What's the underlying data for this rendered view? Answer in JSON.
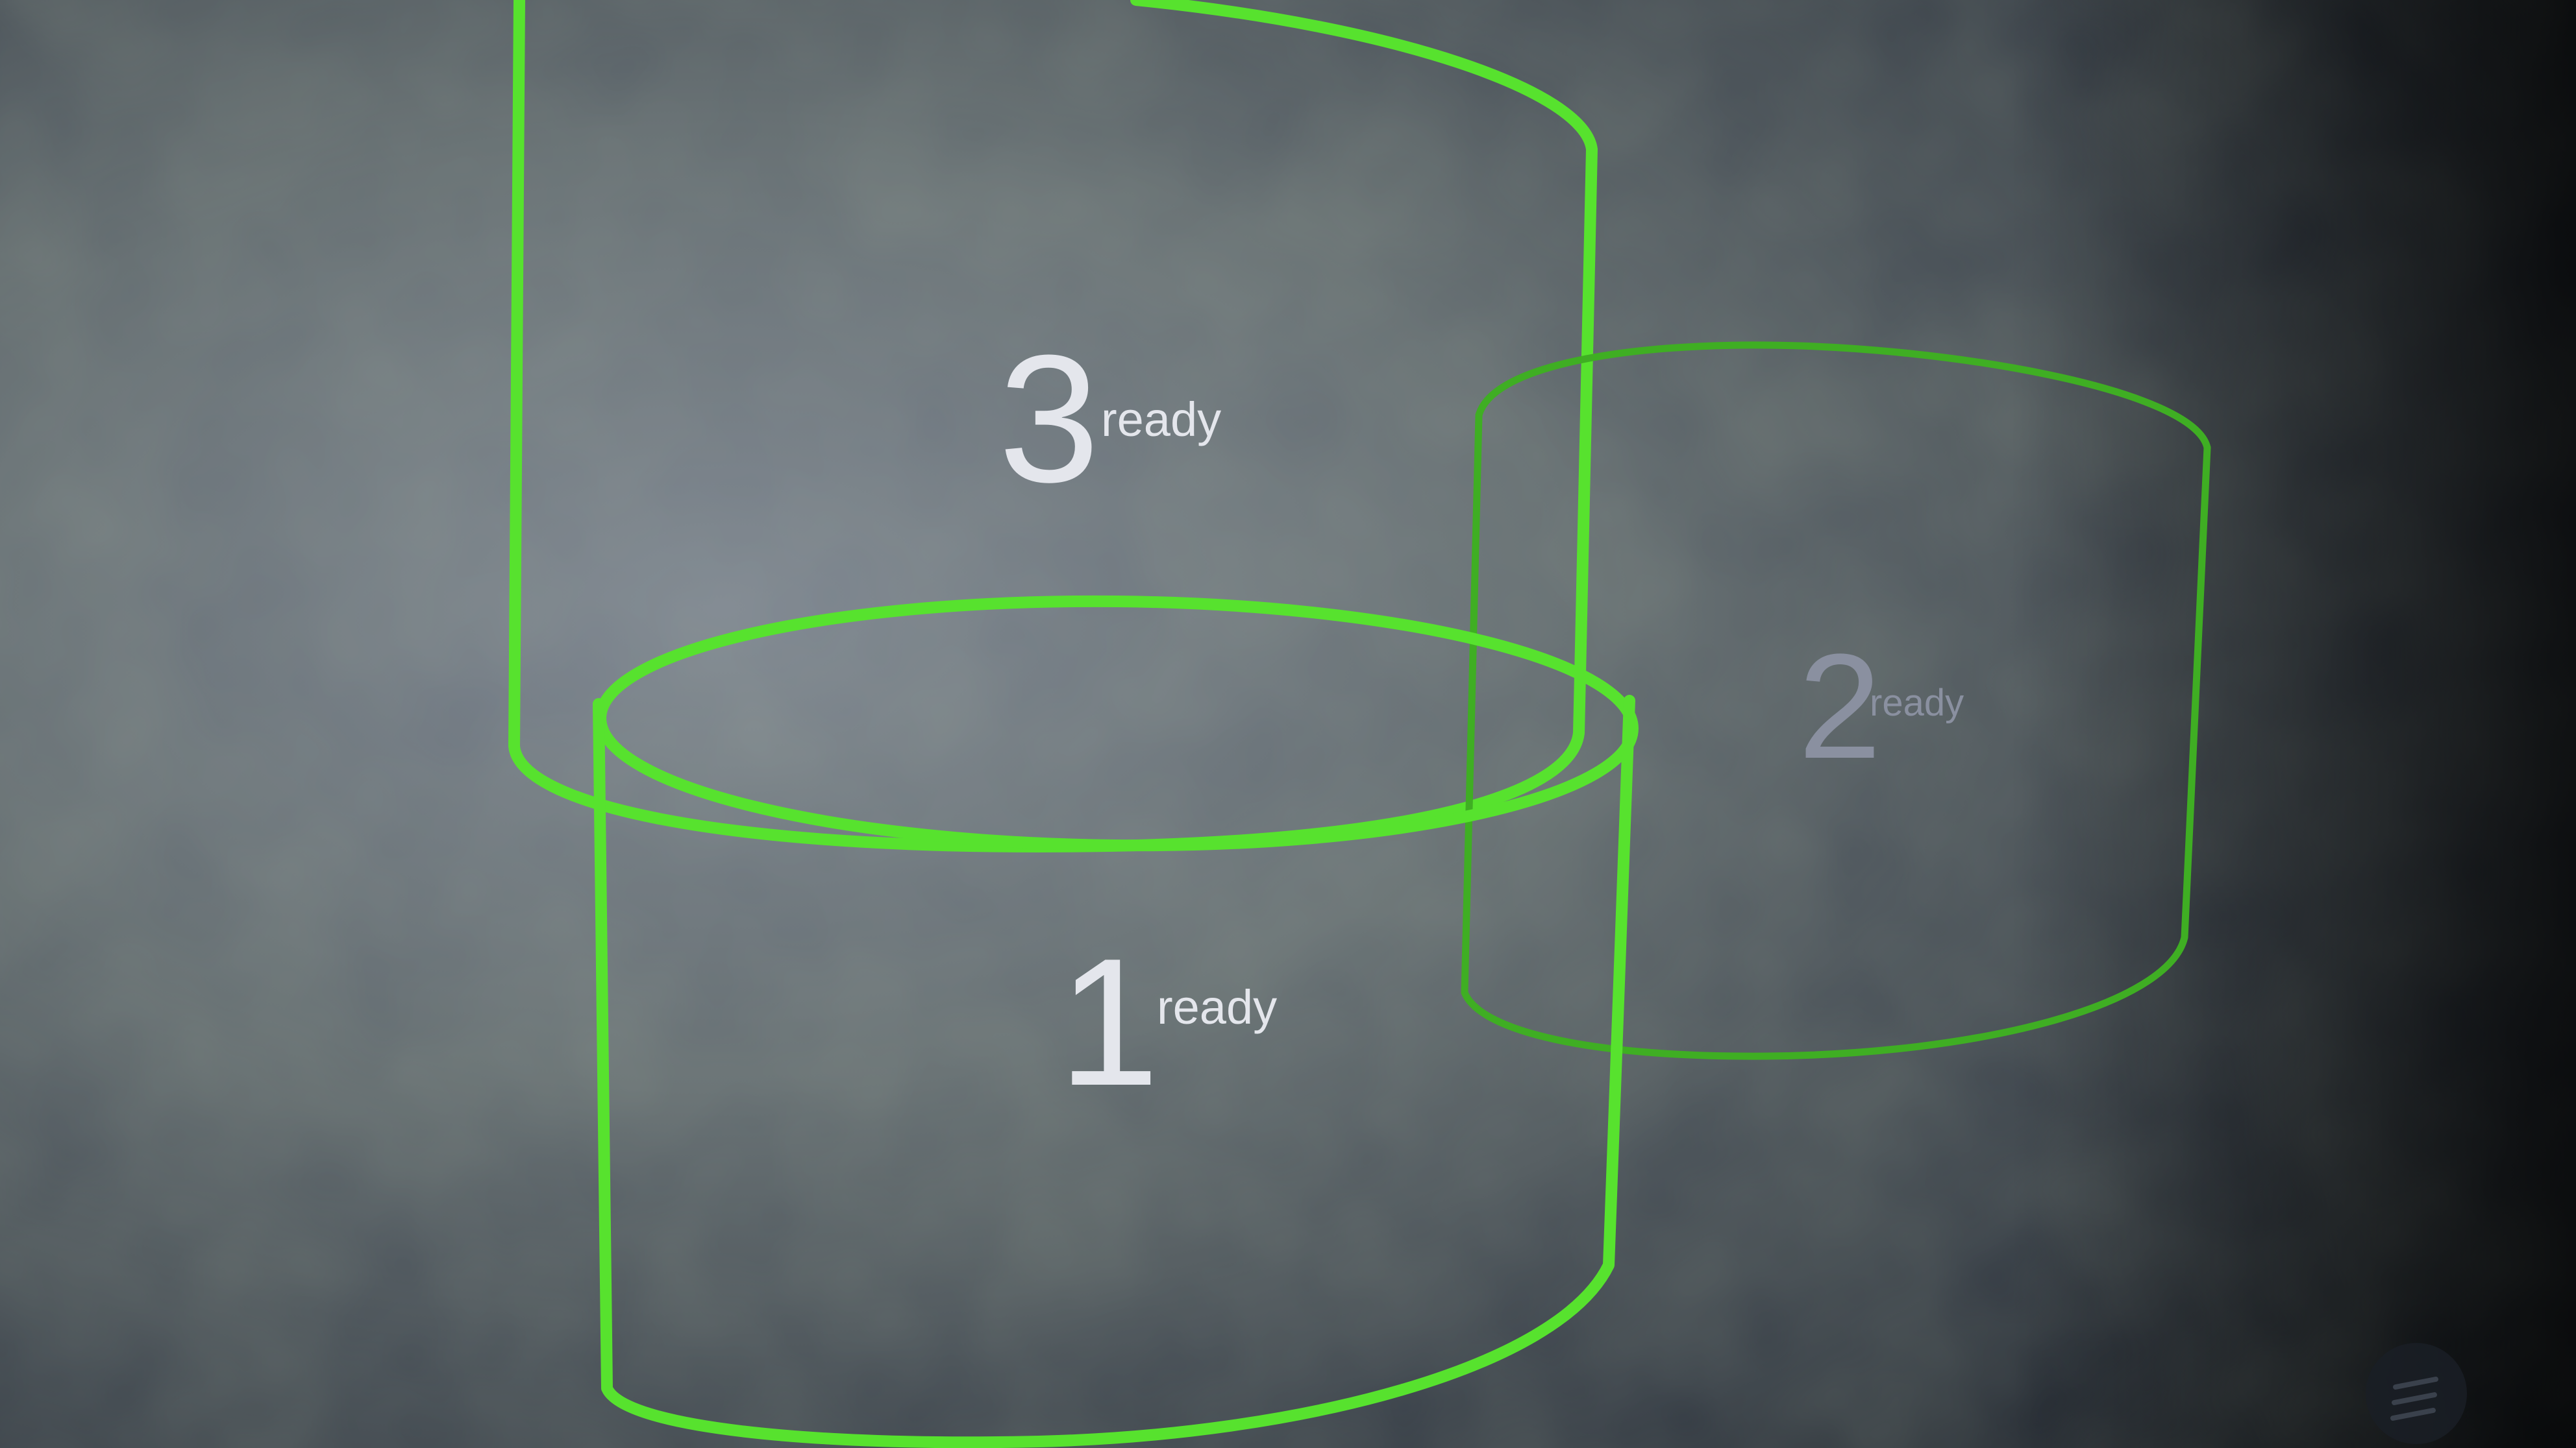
{
  "colors": {
    "outline": "#57e22e",
    "outline_dim": "#3fae23",
    "text": "#e4e6ec",
    "text_dim": "#8a90a0",
    "background_light": "#7a8290",
    "background_dark": "#0e1218"
  },
  "zones": [
    {
      "number": "3",
      "status": "ready"
    },
    {
      "number": "2",
      "status": "ready"
    },
    {
      "number": "1",
      "status": "ready"
    }
  ],
  "menu": {
    "icon": "menu-icon"
  }
}
